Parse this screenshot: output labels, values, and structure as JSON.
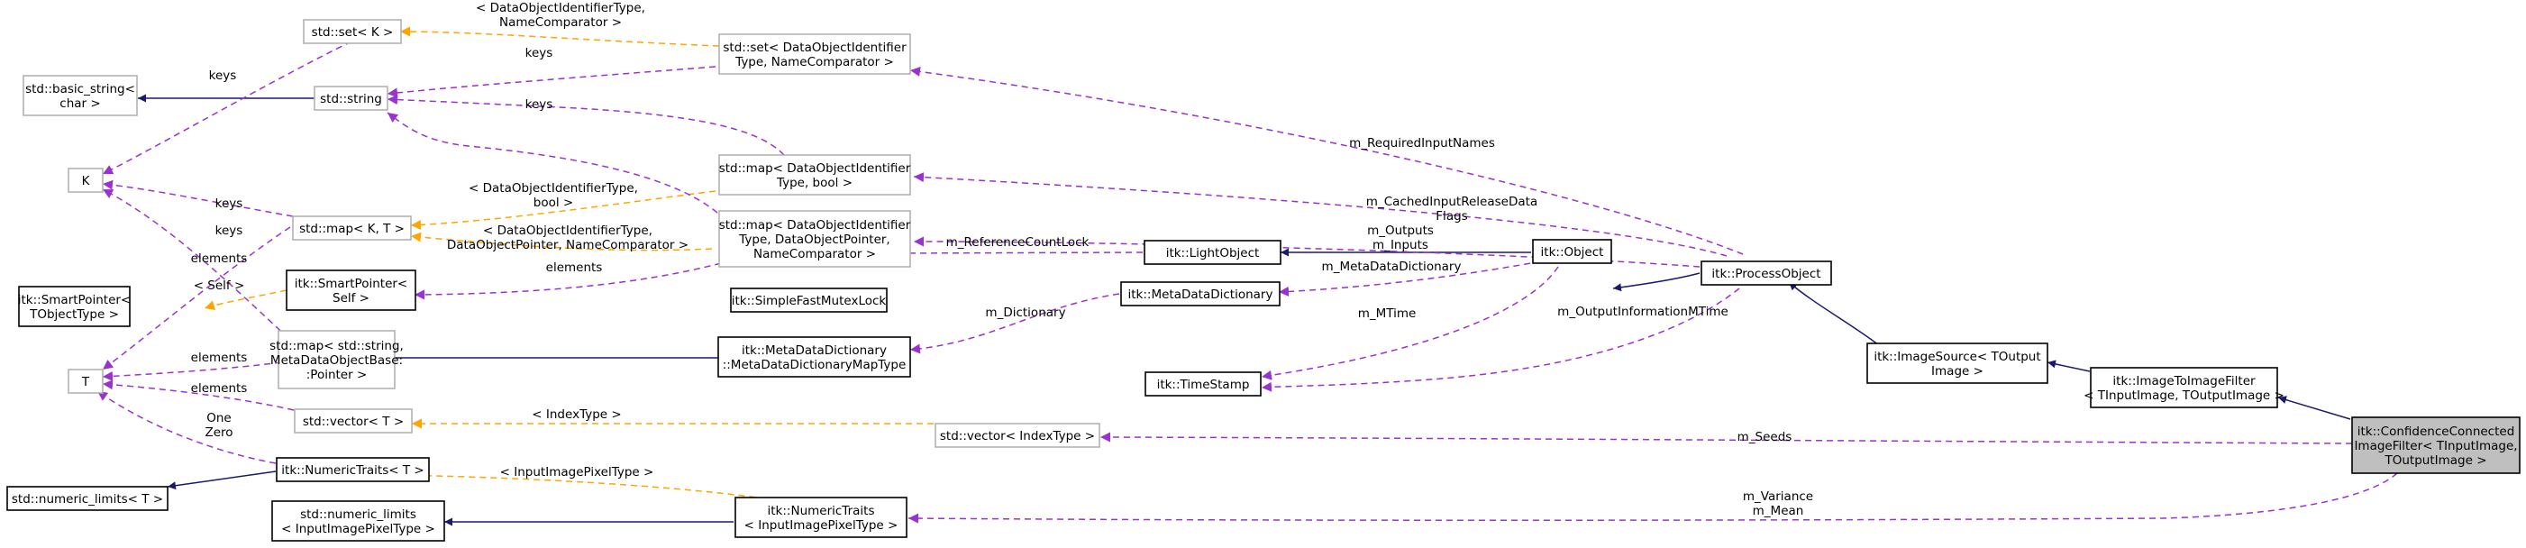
{
  "diagram": {
    "colors": {
      "inheritance": "#191970",
      "usage": "#9a32cd",
      "template": "#ffa500",
      "focus_fill": "#bfbfbf",
      "external_border": "#b2b2b2"
    },
    "nodes": {
      "set_k": [
        "std::set< K >"
      ],
      "set_dataobj": [
        "std::set< DataObjectIdentifier",
        "Type, NameComparator >"
      ],
      "basic_string": [
        "std::basic_string<",
        "char >"
      ],
      "std_string": [
        "std::string"
      ],
      "K": [
        "K"
      ],
      "map_kt": [
        "std::map< K, T >"
      ],
      "map_bool": [
        "std::map< DataObjectIdentifier",
        "Type, bool >"
      ],
      "map_ptr": [
        "std::map< DataObjectIdentifier",
        "Type, DataObjectPointer,",
        "NameComparator >"
      ],
      "smartptr_obj": [
        "itk::SmartPointer<",
        "TObjectType >"
      ],
      "smartptr_self": [
        "itk::SmartPointer<",
        "Self >"
      ],
      "mutexlock": [
        "itk::SimpleFastMutexLock"
      ],
      "lightobject": [
        "itk::LightObject"
      ],
      "object": [
        "itk::Object"
      ],
      "processobject": [
        "itk::ProcessObject"
      ],
      "map_meta": [
        "std::map< std::string,",
        "MetaDataObjectBase:",
        ":Pointer >"
      ],
      "metadict_map": [
        "itk::MetaDataDictionary",
        "::MetaDataDictionaryMapType"
      ],
      "metadict": [
        "itk::MetaDataDictionary"
      ],
      "T": [
        "T"
      ],
      "timestamp": [
        "itk::TimeStamp"
      ],
      "imagesource": [
        "itk::ImageSource< TOutput",
        "Image >"
      ],
      "img2img": [
        "itk::ImageToImageFilter",
        "< TInputImage, TOutputImage >"
      ],
      "vector_t": [
        "std::vector< T >"
      ],
      "vector_idx": [
        "std::vector< IndexType >"
      ],
      "confidence": [
        "itk::ConfidenceConnected",
        "ImageFilter< TInputImage,",
        "TOutputImage >"
      ],
      "numtraits_t": [
        "itk::NumericTraits< T >"
      ],
      "numlimits_t": [
        "std::numeric_limits< T >"
      ],
      "numlimits_pix": [
        "std::numeric_limits",
        "< InputImagePixelType >"
      ],
      "numtraits_pix": [
        "itk::NumericTraits",
        "< InputImagePixelType >"
      ]
    },
    "edge_labels": {
      "set_k_tmpl": [
        "< DataObjectIdentifierType,",
        "NameComparator >"
      ],
      "keys_set_k": [
        "keys"
      ],
      "keys_set_dataobj": [
        "keys"
      ],
      "keys_map_bool": [
        "keys"
      ],
      "keys_map_kt": [
        "keys"
      ],
      "keys_map_meta": [
        "keys"
      ],
      "required_input": [
        "m_RequiredInputNames"
      ],
      "map_bool_tmpl": [
        "< DataObjectIdentifierType,",
        "bool >"
      ],
      "cached_input": [
        "m_CachedInputReleaseData",
        "Flags"
      ],
      "map_ptr_tmpl": [
        "< DataObjectIdentifierType,",
        "DataObjectPointer, NameComparator >"
      ],
      "outputs_inputs": [
        "m_Outputs",
        "m_Inputs"
      ],
      "elements_smartptr": [
        "elements"
      ],
      "self_tmpl": [
        "< Self >"
      ],
      "ref_count_lock": [
        "m_ReferenceCountLock"
      ],
      "metadata_dict": [
        "m_MetaDataDictionary"
      ],
      "dictionary": [
        "m_Dictionary"
      ],
      "mtime": [
        "m_MTime"
      ],
      "output_info_mtime": [
        "m_OutputInformationMTime"
      ],
      "elements_map_kt": [
        "elements"
      ],
      "elements_map_meta": [
        "elements"
      ],
      "elements_vector": [
        "elements"
      ],
      "index_tmpl": [
        "< IndexType >"
      ],
      "seeds": [
        "m_Seeds"
      ],
      "one_zero": [
        "One",
        "Zero"
      ],
      "pixel_tmpl": [
        "< InputImagePixelType >"
      ],
      "variance_mean": [
        "m_Variance",
        "m_Mean"
      ]
    }
  }
}
